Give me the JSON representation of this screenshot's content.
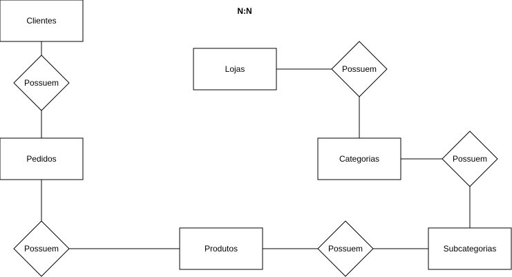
{
  "diagram": {
    "title": "N:N",
    "entities": {
      "clientes": "Clientes",
      "pedidos": "Pedidos",
      "produtos": "Produtos",
      "lojas": "Lojas",
      "categorias": "Categorias",
      "subcategorias": "Subcategorias"
    },
    "relationships": {
      "clientes_pedidos": "Possuem",
      "pedidos_produtos": "Possuem",
      "produtos_subcategorias": "Possuem",
      "lojas_categorias": "Possuem",
      "categorias_subcategorias": "Possuem"
    },
    "colors": {
      "stroke": "#000000",
      "fill": "#ffffff"
    }
  }
}
